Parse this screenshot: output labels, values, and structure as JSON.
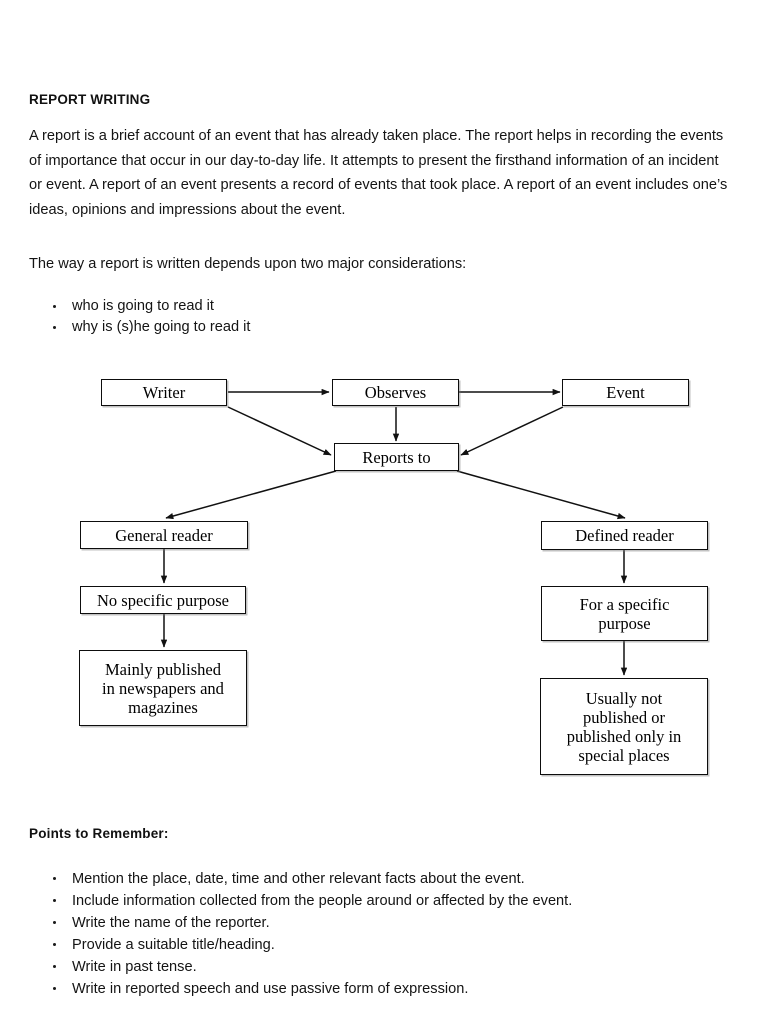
{
  "document": {
    "title": "REPORT WRITING",
    "intro_paragraph": "A report is a brief account of an event that has already taken place. The report helps in recording the events of importance that occur in our day-to-day life. It attempts to present the firsthand information of an incident or event. A report of an event presents a record of events that took place. A report of an event includes one’s ideas, opinions and impressions about the event.",
    "considerations_lead": "The way a report is written depends upon two major considerations:",
    "considerations": [
      "who is going to read it",
      "why is (s)he going to read it"
    ],
    "points_heading": "Points to Remember:",
    "points": [
      "Mention the place, date, time and other relevant facts about the event.",
      "Include information collected from the people around or affected by the event.",
      "Write the name of the reporter.",
      "Provide a suitable title/heading.",
      "Write in past tense.",
      "Write in reported speech and use passive form of expression."
    ]
  },
  "flowchart": {
    "type": "flow-diagram",
    "nodes": [
      {
        "id": "writer",
        "label": "Writer"
      },
      {
        "id": "observes",
        "label": "Observes"
      },
      {
        "id": "event",
        "label": "Event"
      },
      {
        "id": "reports-to",
        "label": "Reports to"
      },
      {
        "id": "general-reader",
        "label": "General reader"
      },
      {
        "id": "defined-reader",
        "label": "Defined reader"
      },
      {
        "id": "no-purpose",
        "label": "No specific purpose"
      },
      {
        "id": "for-purpose",
        "label": "For a specific\npurpose"
      },
      {
        "id": "mainly-published",
        "label": "Mainly published\nin newspapers and\nmagazines"
      },
      {
        "id": "usually-not-published",
        "label": "Usually not\npublished or\npublished only in\nspecial places"
      }
    ],
    "edges": [
      {
        "from": "writer",
        "to": "observes"
      },
      {
        "from": "observes",
        "to": "event"
      },
      {
        "from": "observes",
        "to": "reports-to"
      },
      {
        "from": "writer",
        "to": "reports-to"
      },
      {
        "from": "event",
        "to": "reports-to"
      },
      {
        "from": "reports-to",
        "to": "general-reader"
      },
      {
        "from": "reports-to",
        "to": "defined-reader"
      },
      {
        "from": "general-reader",
        "to": "no-purpose"
      },
      {
        "from": "no-purpose",
        "to": "mainly-published"
      },
      {
        "from": "defined-reader",
        "to": "for-purpose"
      },
      {
        "from": "for-purpose",
        "to": "usually-not-published"
      }
    ],
    "line_color": "#111111"
  }
}
